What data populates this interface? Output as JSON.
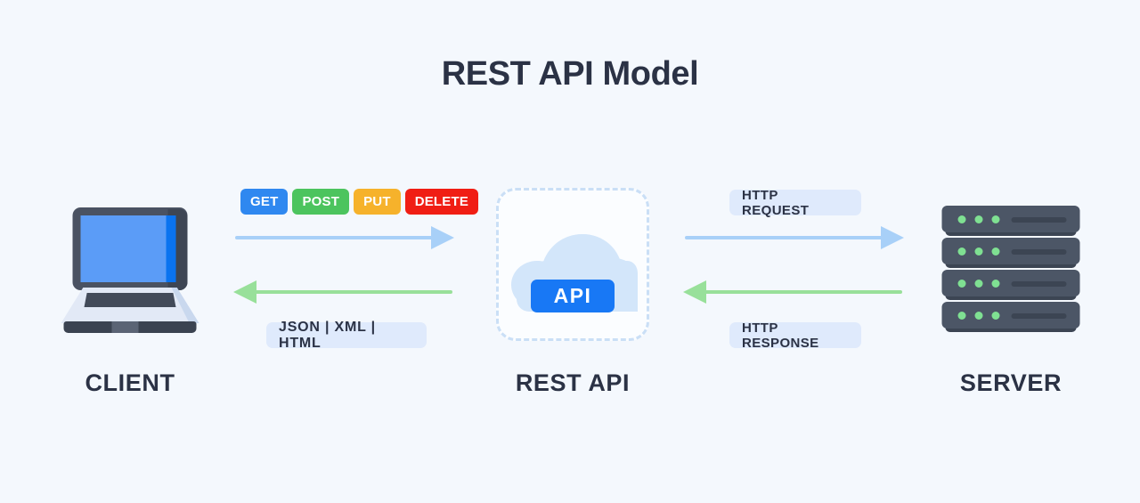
{
  "page": {
    "title": "REST API Model",
    "background_color": "#f4f8fd",
    "text_color": "#2b3245"
  },
  "nodes": {
    "client": {
      "label": "CLIENT",
      "icon": "laptop-icon"
    },
    "api": {
      "label": "REST API",
      "icon": "cloud-icon",
      "badge_text": "API",
      "badge_color": "#1878f5"
    },
    "server": {
      "label": "SERVER",
      "icon": "server-rack-icon",
      "rack_count": 4,
      "leds_per_rack": 3,
      "led_color": "#7fe092"
    }
  },
  "http_methods": [
    {
      "label": "GET",
      "color": "#2f88f0"
    },
    {
      "label": "POST",
      "color": "#4cc45e"
    },
    {
      "label": "PUT",
      "color": "#f6b22b"
    },
    {
      "label": "DELETE",
      "color": "#f01e14"
    }
  ],
  "labels": {
    "response_formats": "JSON | XML | HTML",
    "http_request": "HTTP REQUEST",
    "http_response": "HTTP RESPONSE"
  },
  "arrows": {
    "request_color": "#a8d0f8",
    "response_color": "#98e09a",
    "left_request_direction": "right",
    "left_response_direction": "left",
    "right_request_direction": "right",
    "right_response_direction": "left"
  }
}
